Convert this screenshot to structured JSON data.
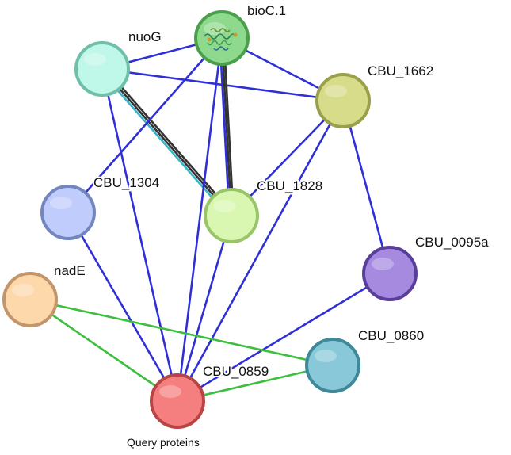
{
  "network": {
    "caption": "Query proteins",
    "nodes": [
      {
        "id": "bioC1",
        "label": "bioC.1",
        "fill": "#8ed98e",
        "stroke": "#4aa04a",
        "has_structure_image": true
      },
      {
        "id": "nuoG",
        "label": "nuoG",
        "fill": "#bff7e8",
        "stroke": "#6fbfaa"
      },
      {
        "id": "CBU_1662",
        "label": "CBU_1662",
        "fill": "#d6dc8a",
        "stroke": "#9aa04a"
      },
      {
        "id": "CBU_1304",
        "label": "CBU_1304",
        "fill": "#c0ccfb",
        "stroke": "#7386c0"
      },
      {
        "id": "CBU_1828",
        "label": "CBU_1828",
        "fill": "#d9f7b0",
        "stroke": "#98c46a"
      },
      {
        "id": "CBU_0095a",
        "label": "CBU_0095a",
        "fill": "#a58ae0",
        "stroke": "#5a3e9c"
      },
      {
        "id": "nadE",
        "label": "nadE",
        "fill": "#fcd8aa",
        "stroke": "#c2966a"
      },
      {
        "id": "CBU_0860",
        "label": "CBU_0860",
        "fill": "#88c8d8",
        "stroke": "#3e8a9a"
      },
      {
        "id": "CBU_0859",
        "label": "CBU_0859",
        "fill": "#f57f7f",
        "stroke": "#b84545"
      }
    ],
    "edges": [
      {
        "source": "nuoG",
        "target": "bioC1",
        "type": "blue"
      },
      {
        "source": "nuoG",
        "target": "CBU_1662",
        "type": "blue"
      },
      {
        "source": "nuoG",
        "target": "CBU_0859",
        "type": "blue"
      },
      {
        "source": "nuoG",
        "target": "CBU_1828",
        "type": "multi-dark-cyan"
      },
      {
        "source": "bioC1",
        "target": "CBU_1662",
        "type": "blue"
      },
      {
        "source": "bioC1",
        "target": "CBU_1304",
        "type": "blue"
      },
      {
        "source": "bioC1",
        "target": "CBU_1828",
        "type": "multi-dark"
      },
      {
        "source": "bioC1",
        "target": "CBU_0859",
        "type": "blue"
      },
      {
        "source": "CBU_1662",
        "target": "CBU_1828",
        "type": "blue"
      },
      {
        "source": "CBU_1662",
        "target": "CBU_0095a",
        "type": "blue"
      },
      {
        "source": "CBU_1662",
        "target": "CBU_0859",
        "type": "blue"
      },
      {
        "source": "CBU_1304",
        "target": "CBU_0859",
        "type": "blue"
      },
      {
        "source": "CBU_1828",
        "target": "CBU_0859",
        "type": "blue"
      },
      {
        "source": "CBU_0095a",
        "target": "CBU_0859",
        "type": "blue"
      },
      {
        "source": "nadE",
        "target": "CBU_0859",
        "type": "green"
      },
      {
        "source": "nadE",
        "target": "CBU_0860",
        "type": "green"
      },
      {
        "source": "CBU_0860",
        "target": "CBU_0859",
        "type": "green"
      }
    ],
    "colors": {
      "blue": "#2f2fd8",
      "green": "#3cbf3c",
      "dark": "#333333",
      "cyan": "#3ab4c8"
    }
  }
}
